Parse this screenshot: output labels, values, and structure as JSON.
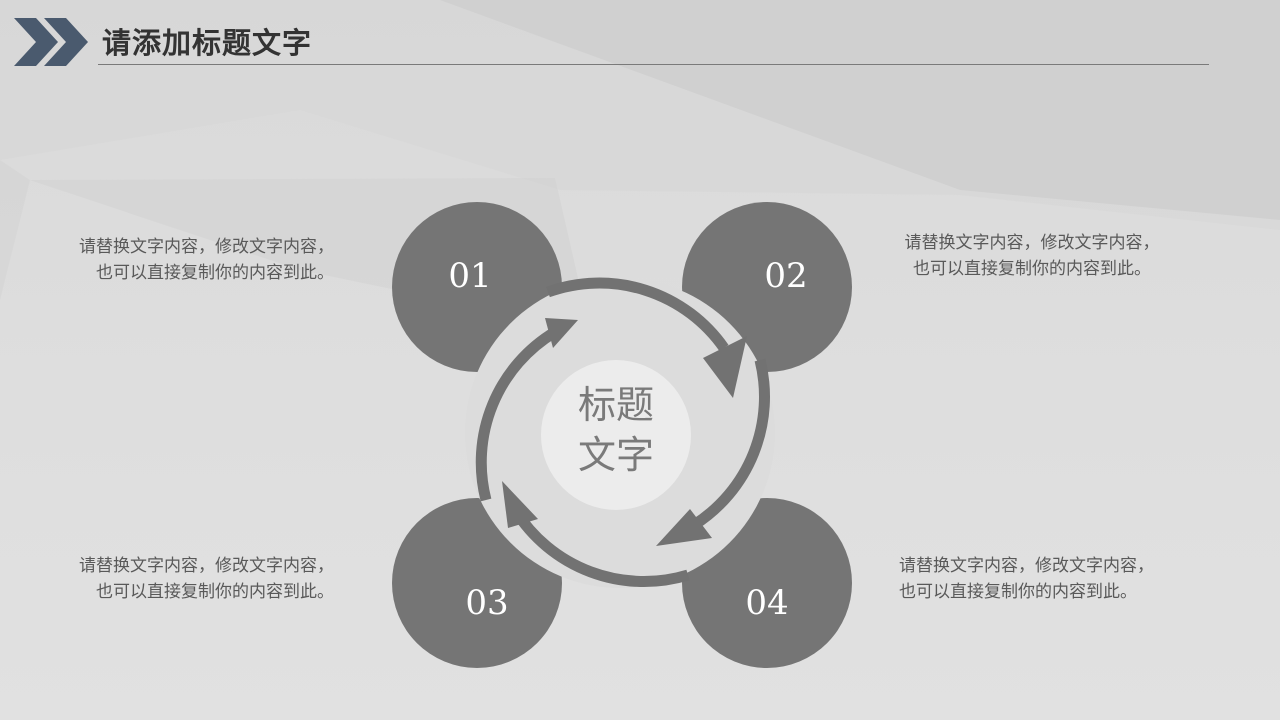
{
  "header": {
    "title": "请添加标题文字"
  },
  "center": {
    "line1": "标题",
    "line2": "文字"
  },
  "items": [
    {
      "number": "01",
      "line1": "请替换文字内容，修改文字内容，",
      "line2": "也可以直接复制你的内容到此。"
    },
    {
      "number": "02",
      "line1": "请替换文字内容，修改文字内容，",
      "line2": "也可以直接复制你的内容到此。"
    },
    {
      "number": "03",
      "line1": "请替换文字内容，修改文字内容，",
      "line2": "也可以直接复制你的内容到此。"
    },
    {
      "number": "04",
      "line1": "请替换文字内容，修改文字内容，",
      "line2": "也可以直接复制你的内容到此。"
    }
  ],
  "colors": {
    "circle": "#757575",
    "ring": "#727272",
    "center_circle": "#ececec",
    "chevron": "#4a5a6e",
    "text": "#595959"
  },
  "icons": [
    "chevron-right-icon",
    "cycle-arrow-icon"
  ]
}
